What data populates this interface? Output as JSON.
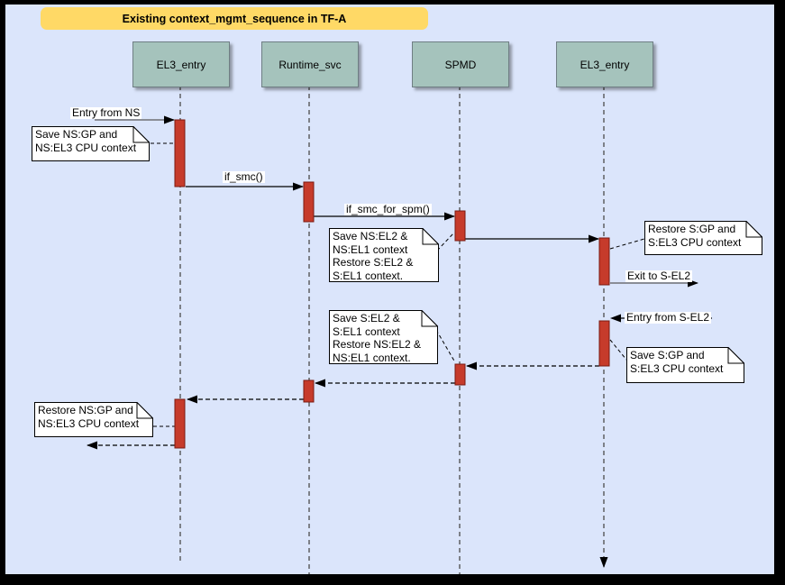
{
  "title": "Existing context_mgmt_sequence in TF-A",
  "lifelines": [
    {
      "label": "EL3_entry"
    },
    {
      "label": "Runtime_svc"
    },
    {
      "label": "SPMD"
    },
    {
      "label": "EL3_entry"
    }
  ],
  "messages": [
    {
      "id": "entry-from-ns",
      "label": "Entry from NS",
      "style": "solid"
    },
    {
      "id": "if-smc",
      "label": "if_smc()",
      "style": "solid"
    },
    {
      "id": "if-smc-for-spm",
      "label": "if_smc_for_spm()",
      "style": "solid"
    },
    {
      "id": "spmd-to-el3",
      "label": "",
      "style": "solid"
    },
    {
      "id": "exit-to-s-el2",
      "label": "Exit to S-EL2",
      "style": "solid"
    },
    {
      "id": "entry-from-s-el2",
      "label": "Entry from S-EL2",
      "style": "dashed"
    },
    {
      "id": "el3-return-to-spmd",
      "label": "",
      "style": "dashed"
    },
    {
      "id": "spmd-return-to-runtime-svc",
      "label": "",
      "style": "dashed"
    },
    {
      "id": "runtime-svc-return-to-el3",
      "label": "",
      "style": "dashed"
    },
    {
      "id": "el3-return-to-ns",
      "label": "",
      "style": "dashed"
    }
  ],
  "notes": [
    {
      "text": "Save NS:GP and\nNS:EL3 CPU context"
    },
    {
      "text": "Save NS:EL2 &\nNS:EL1 context\nRestore S:EL2 &\nS:EL1 context."
    },
    {
      "text": "Restore S:GP and\nS:EL3 CPU context"
    },
    {
      "text": "Save S:EL2 &\nS:EL1 context\nRestore NS:EL2 &\nNS:EL1 context."
    },
    {
      "text": "Save S:GP and\nS:EL3 CPU context"
    },
    {
      "text": "Restore NS:GP and\nNS:EL3 CPU context"
    }
  ],
  "colors": {
    "background": "#dbe5fb",
    "frame": "#000000",
    "title_bg": "#ffd966",
    "lifeline_header_bg": "#a5c3bc",
    "activation_fill": "#c63b2b",
    "activation_border": "#7a1a10",
    "note_bg": "#ffffff",
    "line": "#000000"
  }
}
